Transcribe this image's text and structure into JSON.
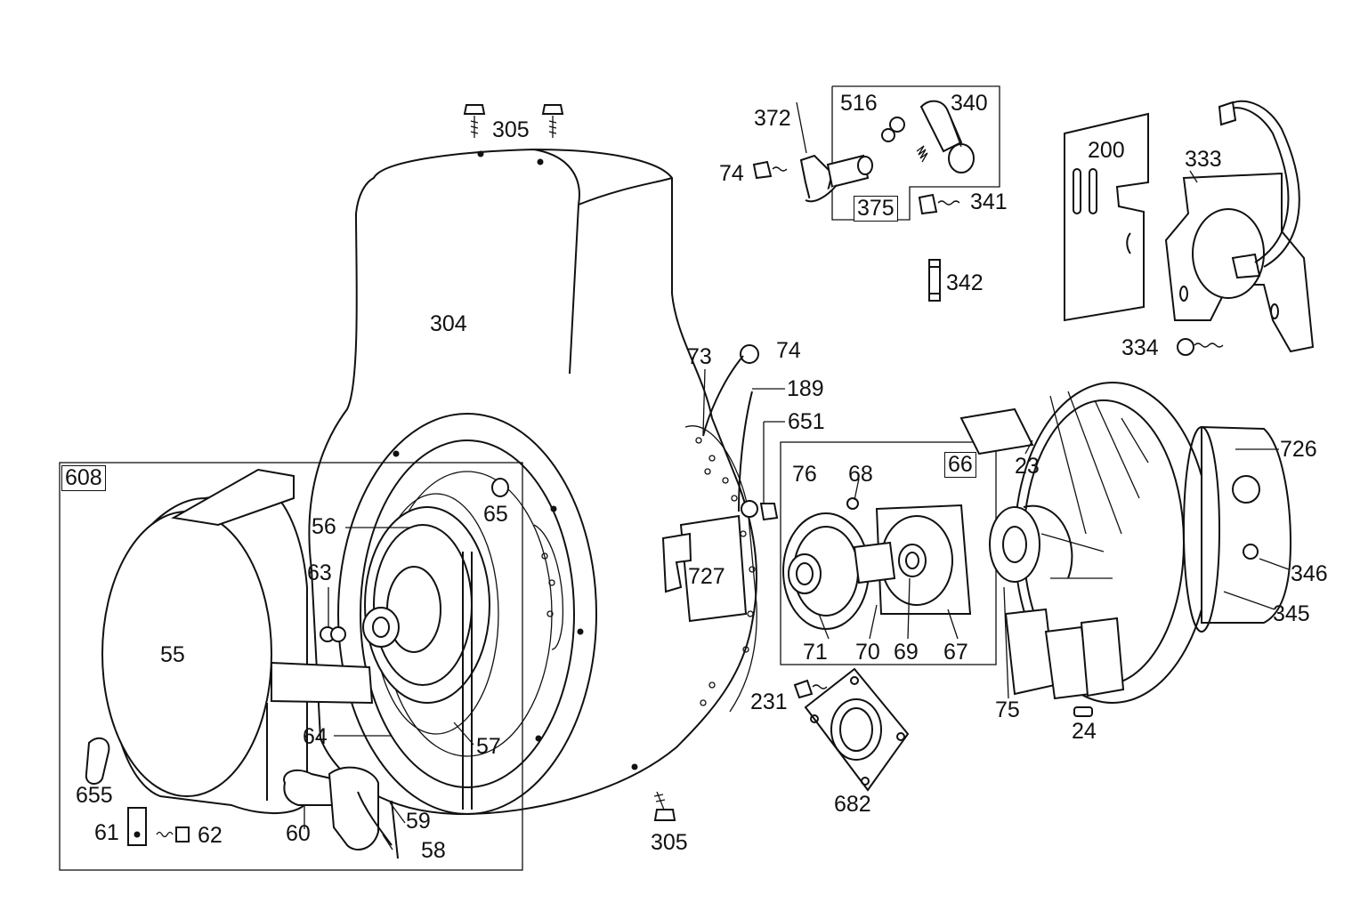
{
  "labels": {
    "l305a": "305",
    "l304": "304",
    "l372": "372",
    "l516": "516",
    "l340": "340",
    "l74a": "74",
    "l375": "375",
    "l341": "341",
    "l342": "342",
    "l200": "200",
    "l333": "333",
    "l334": "334",
    "l73": "73",
    "l74b": "74",
    "l189": "189",
    "l651": "651",
    "l66": "66",
    "l68": "68",
    "l76": "76",
    "l23": "23",
    "l726": "726",
    "l608": "608",
    "l56": "56",
    "l65": "65",
    "l63": "63",
    "l727": "727",
    "l55": "55",
    "l71": "71",
    "l70": "70",
    "l69": "69",
    "l67": "67",
    "l346": "346",
    "l345": "345",
    "l231": "231",
    "l75": "75",
    "l24": "24",
    "l64": "64",
    "l57": "57",
    "l655": "655",
    "l682": "682",
    "l59": "59",
    "l61": "61",
    "l62": "62",
    "l60": "60",
    "l58": "58",
    "l305b": "305"
  }
}
